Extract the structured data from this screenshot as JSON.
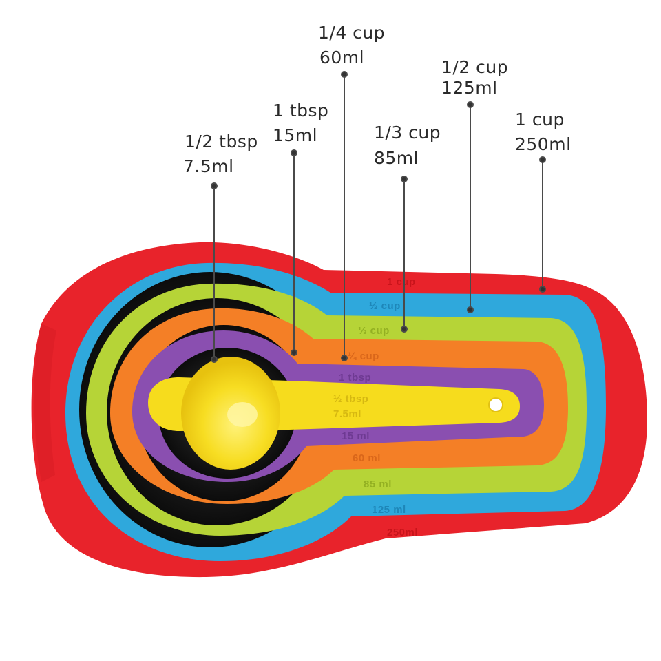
{
  "colors": {
    "background": "#ffffff",
    "red": "#e8232b",
    "blue": "#2fa8dc",
    "green": "#b6d437",
    "orange": "#f47f26",
    "purple": "#8a4fb0",
    "yellow": "#f6dc1d",
    "callout_line": "#4a4a4a"
  },
  "callouts": [
    {
      "id": "half-tbsp",
      "size": "1/2 tbsp",
      "volume": "7.5ml"
    },
    {
      "id": "one-tbsp",
      "size": "1 tbsp",
      "volume": "15ml"
    },
    {
      "id": "quarter-cup",
      "size": "1/4 cup",
      "volume": "60ml"
    },
    {
      "id": "third-cup",
      "size": "1/3 cup",
      "volume": "85ml"
    },
    {
      "id": "half-cup",
      "size": "1/2 cup",
      "volume": "125ml"
    },
    {
      "id": "one-cup",
      "size": "1 cup",
      "volume": "250ml"
    }
  ],
  "handle_labels": {
    "red_top": "1 cup",
    "blue_top": "½ cup",
    "green_top": "⅓ cup",
    "orange_top": "¼ cup",
    "purple_top": "1 tbsp",
    "yellow_top": "½ tbsp",
    "yellow_bottom": "7.5ml",
    "purple_bottom": "15 ml",
    "orange_bottom": "60 ml",
    "green_bottom": "85 ml",
    "blue_bottom": "125 ml",
    "red_bottom": "250ml"
  }
}
